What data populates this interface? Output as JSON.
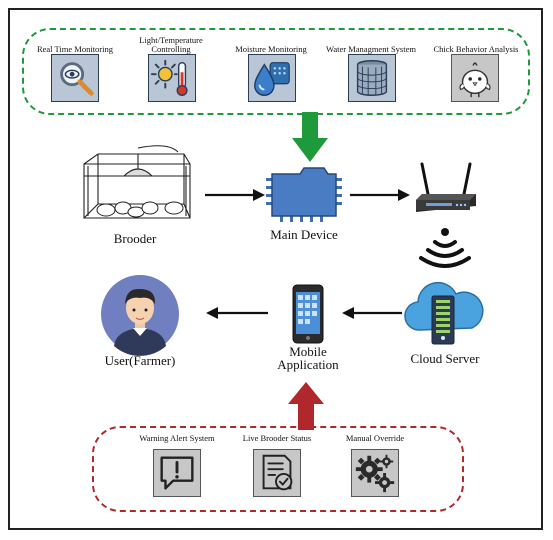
{
  "features": [
    {
      "label": "Real Time Monitoring",
      "icon": "eye-magnifier-icon"
    },
    {
      "label": "Light/Temperature Controlling",
      "icon": "sun-thermometer-icon"
    },
    {
      "label": "Moisture Monitoring",
      "icon": "water-drop-icon"
    },
    {
      "label": "Water Managment System",
      "icon": "water-tank-icon"
    },
    {
      "label": "Chick Behavior Analysis",
      "icon": "chick-icon"
    }
  ],
  "nodes": {
    "brooder": "Brooder",
    "main_device": "Main Device",
    "user": "User(Farmer)",
    "mobile_line1": "Mobile",
    "mobile_line2": "Application",
    "cloud": "Cloud Server"
  },
  "app_features": [
    {
      "label": "Warning Alert System",
      "icon": "alert-message-icon"
    },
    {
      "label": "Live Brooder Status",
      "icon": "status-document-icon"
    },
    {
      "label": "Manual Override",
      "icon": "gears-icon"
    }
  ],
  "colors": {
    "green_accent": "#1f9a3a",
    "red_accent": "#b0282c",
    "tile_blue": "#b9c6d6",
    "tile_gray": "#c7c7c7",
    "chip_blue": "#3d6fb5",
    "cloud_blue": "#4aa3df",
    "avatar_bg": "#6f7fbf"
  }
}
